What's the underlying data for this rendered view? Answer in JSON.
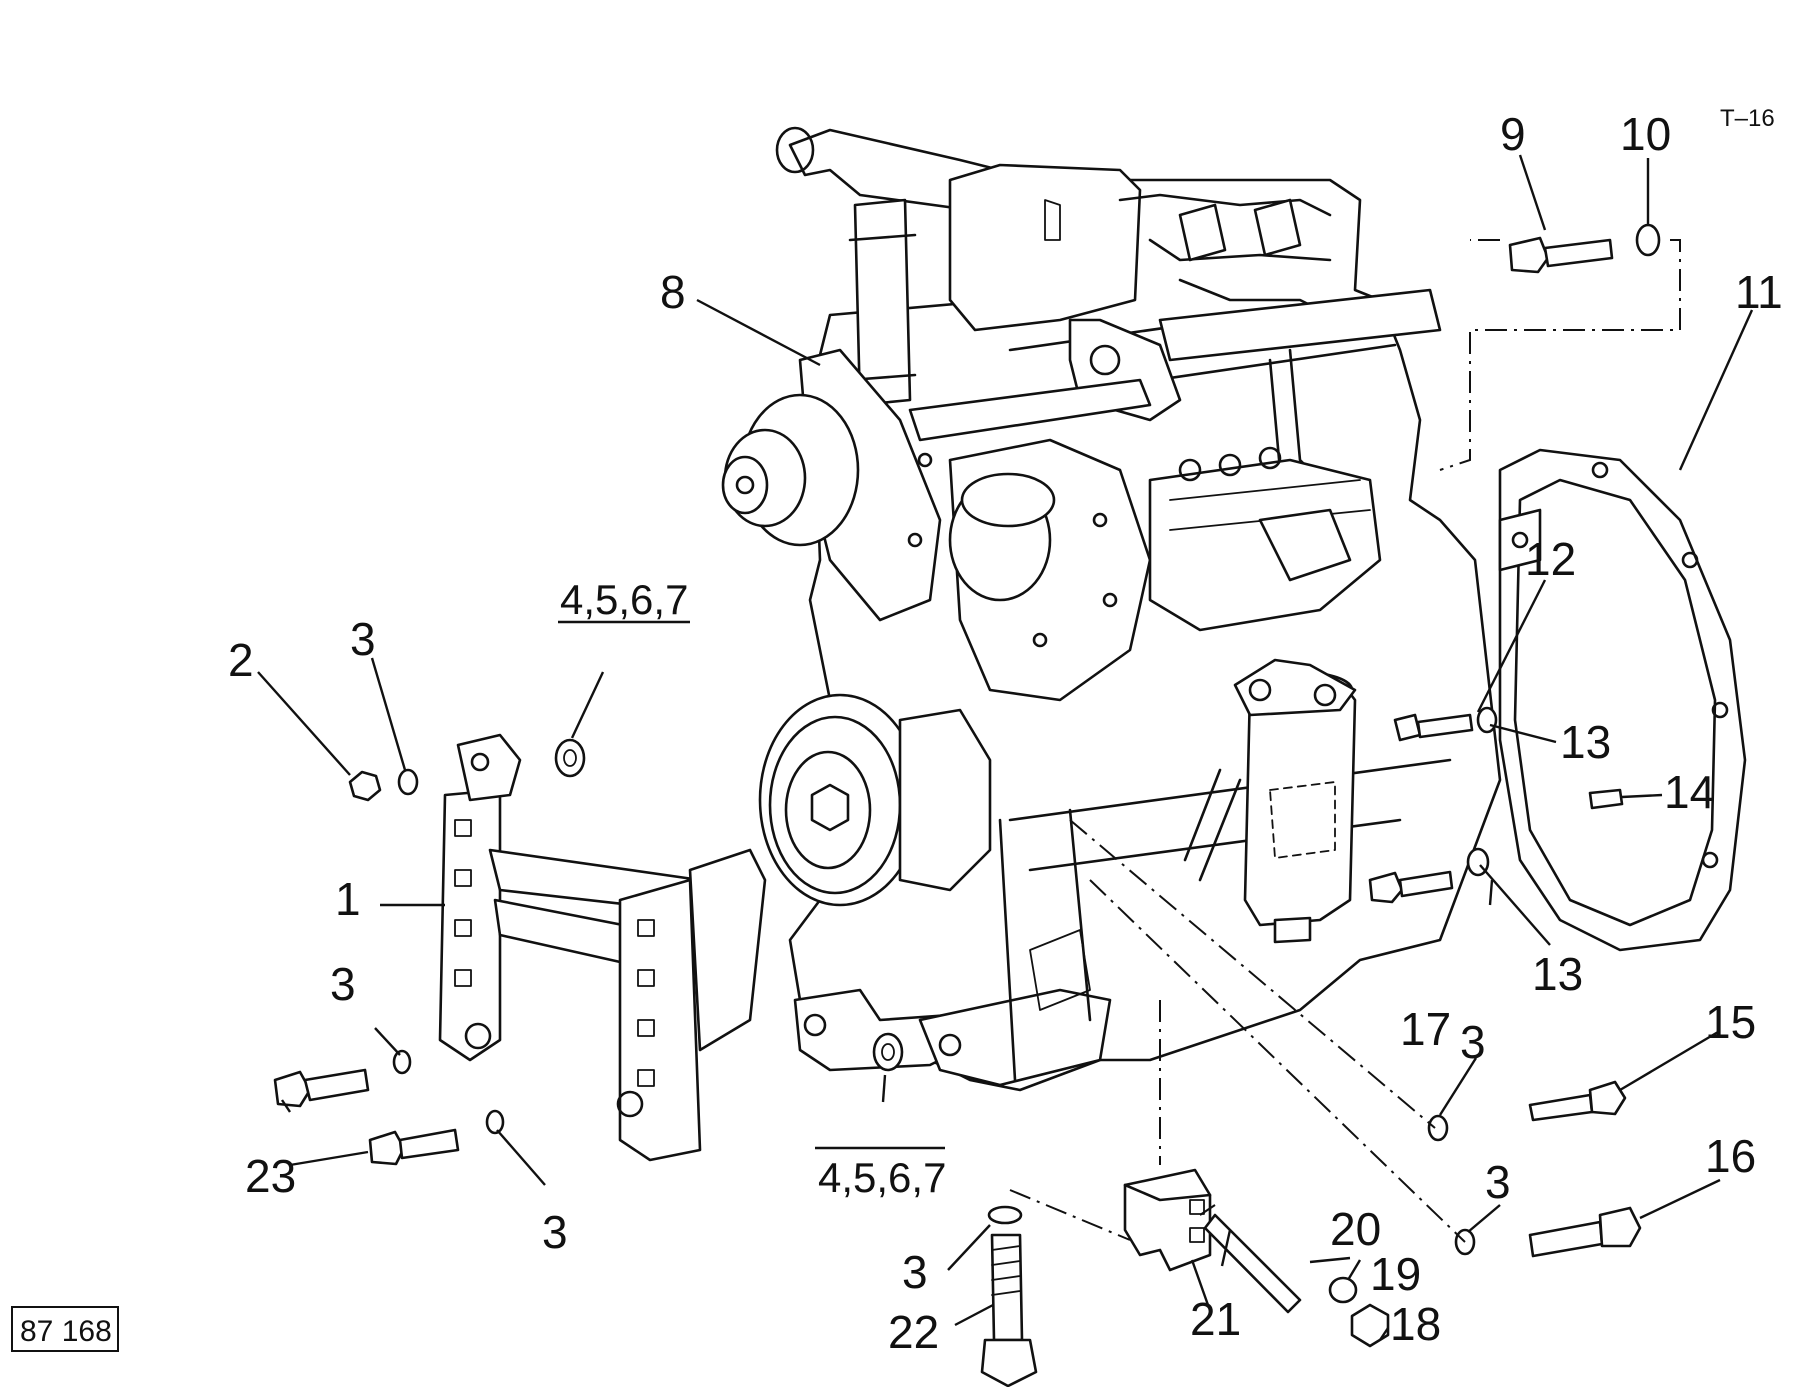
{
  "sheet_code": "T–16",
  "figure_number": "87 168",
  "callouts": {
    "c1": "1",
    "c2": "2",
    "c3a": "3",
    "c3b": "3",
    "c3c": "3",
    "c3d": "3",
    "c3e": "3",
    "c3f": "3",
    "c4a": "4,5,6,7",
    "c4b": "4,5,6,7",
    "c8": "8",
    "c9": "9",
    "c10": "10",
    "c11": "11",
    "c12": "12",
    "c13a": "13",
    "c13b": "13",
    "c14": "14",
    "c15": "15",
    "c16": "16",
    "c17": "17",
    "c18": "18",
    "c19": "19",
    "c20": "20",
    "c21": "21",
    "c22": "22",
    "c23": "23"
  }
}
